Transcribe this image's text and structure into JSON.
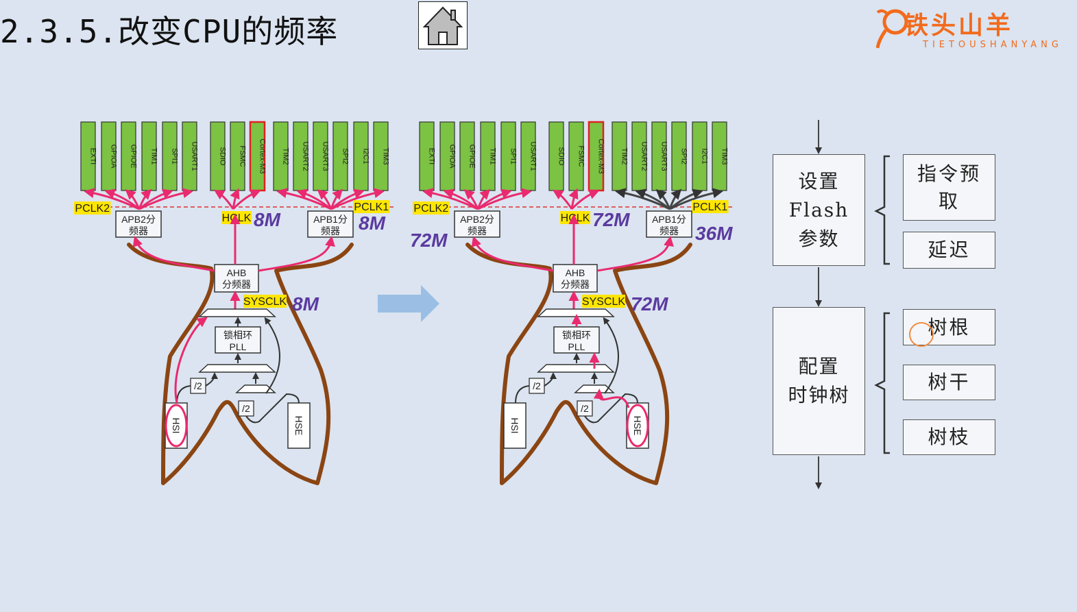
{
  "header": {
    "title": "2.3.5.改变CPU的频率",
    "home_icon": "house-icon"
  },
  "logo": {
    "main_text": "铁头山羊",
    "sub_text": "TIETOUSHANYANG",
    "color": "#f26b1d"
  },
  "diagram": {
    "peripherals": [
      "EXTI",
      "GPIOA",
      "GPIOE",
      "TIM1",
      "SPI1",
      "USART1",
      "SDIO",
      "FSMC",
      "Cortex-M3",
      "TIM2",
      "USART2",
      "USART3",
      "SPI2",
      "I2C1",
      "TIM3"
    ],
    "left": {
      "pclk2": "PCLK2",
      "pclk1": "PCLK1",
      "hclk": "HCLK",
      "sysclk": "SYSCLK",
      "apb2": [
        "APB2分",
        "频器"
      ],
      "apb1": [
        "APB1分",
        "频器"
      ],
      "ahb": [
        "AHB",
        "分频器"
      ],
      "pll": [
        "锁相环",
        "PLL"
      ],
      "div2": "/2",
      "hsi": "HSI",
      "hse": "HSE",
      "hclk_freq": "8M",
      "apb1_freq": "8M",
      "sysclk_freq": "8M"
    },
    "right": {
      "pclk2": "PCLK2",
      "pclk1": "PCLK1",
      "hclk": "HCLK",
      "sysclk": "SYSCLK",
      "apb2": [
        "APB2分",
        "频器"
      ],
      "apb1": [
        "APB1分",
        "频器"
      ],
      "ahb": [
        "AHB",
        "分频器"
      ],
      "pll": [
        "锁相环",
        "PLL"
      ],
      "div2": "/2",
      "hsi": "HSI",
      "hse": "HSE",
      "hclk_freq": "72M",
      "apb1_freq": "36M",
      "sysclk_freq": "72M",
      "apb2_freq": "72M"
    },
    "colors": {
      "peripheral_fill": "#7cc243",
      "cpu_border": "#e02020",
      "clock_line": "#ea2a6e",
      "body_outline": "#8b4513",
      "freq_text": "#5b3aa0",
      "label_highlight": "#ffe600",
      "arrow": "#9bbfe4"
    }
  },
  "flow": {
    "step1": [
      "设置",
      "Flash",
      "参数"
    ],
    "step1_items": [
      "指令预取",
      "延迟"
    ],
    "step2": [
      "配置",
      "时钟树"
    ],
    "step2_items": [
      "树根",
      "树干",
      "树枝"
    ]
  }
}
